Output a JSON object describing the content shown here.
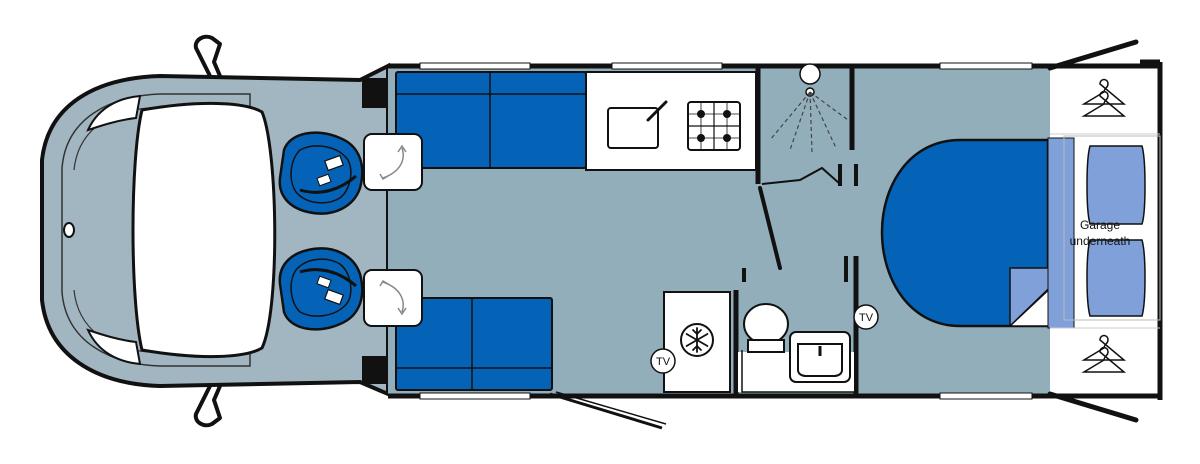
{
  "labels": {
    "garage_line1": "Garage",
    "garage_line2": "underneath",
    "tv_badge_1": "TV",
    "tv_badge_2": "TV"
  },
  "colors": {
    "floor": "#93aebb",
    "cab": "#a2b6c1",
    "upholstery": "#0563b7",
    "bed": "#0563b7",
    "pillow": "#7fa0d9",
    "wall": "#111111",
    "white": "#ffffff"
  }
}
